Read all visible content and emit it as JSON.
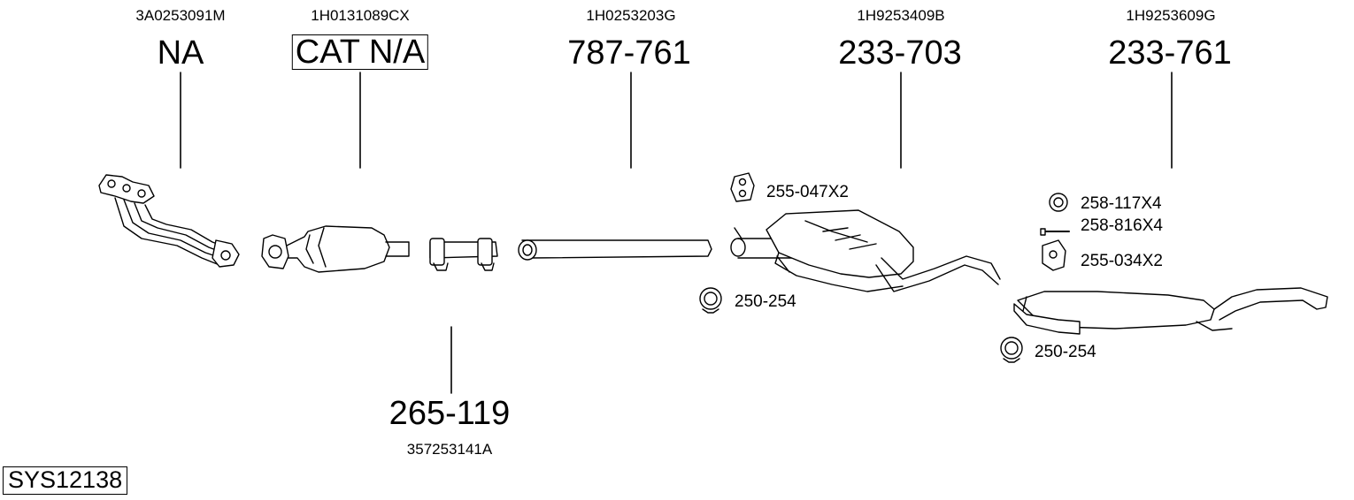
{
  "system_code": "SYS12138",
  "components": [
    {
      "oem": "3A0253091M",
      "part": "NA",
      "boxed": false
    },
    {
      "oem": "1H0131089CX",
      "part": "CAT N/A",
      "boxed": true
    },
    {
      "oem": "1H0253203G",
      "part": "787-761",
      "boxed": false
    },
    {
      "oem": "1H9253409B",
      "part": "233-703",
      "boxed": false
    },
    {
      "oem": "1H9253609G",
      "part": "233-761",
      "boxed": false
    },
    {
      "oem": "357253141A",
      "part": "265-119",
      "boxed": false
    }
  ],
  "accessories": [
    {
      "label": "255-047X2",
      "icon": "rubber-hanger-icon"
    },
    {
      "label": "250-254",
      "icon": "pipe-clamp-icon"
    },
    {
      "label": "258-117X4",
      "icon": "ring-gasket-icon"
    },
    {
      "label": "258-816X4",
      "icon": "bolt-icon"
    },
    {
      "label": "255-034X2",
      "icon": "mounting-bracket-icon"
    },
    {
      "label": "250-254",
      "icon": "pipe-clamp-icon"
    }
  ]
}
